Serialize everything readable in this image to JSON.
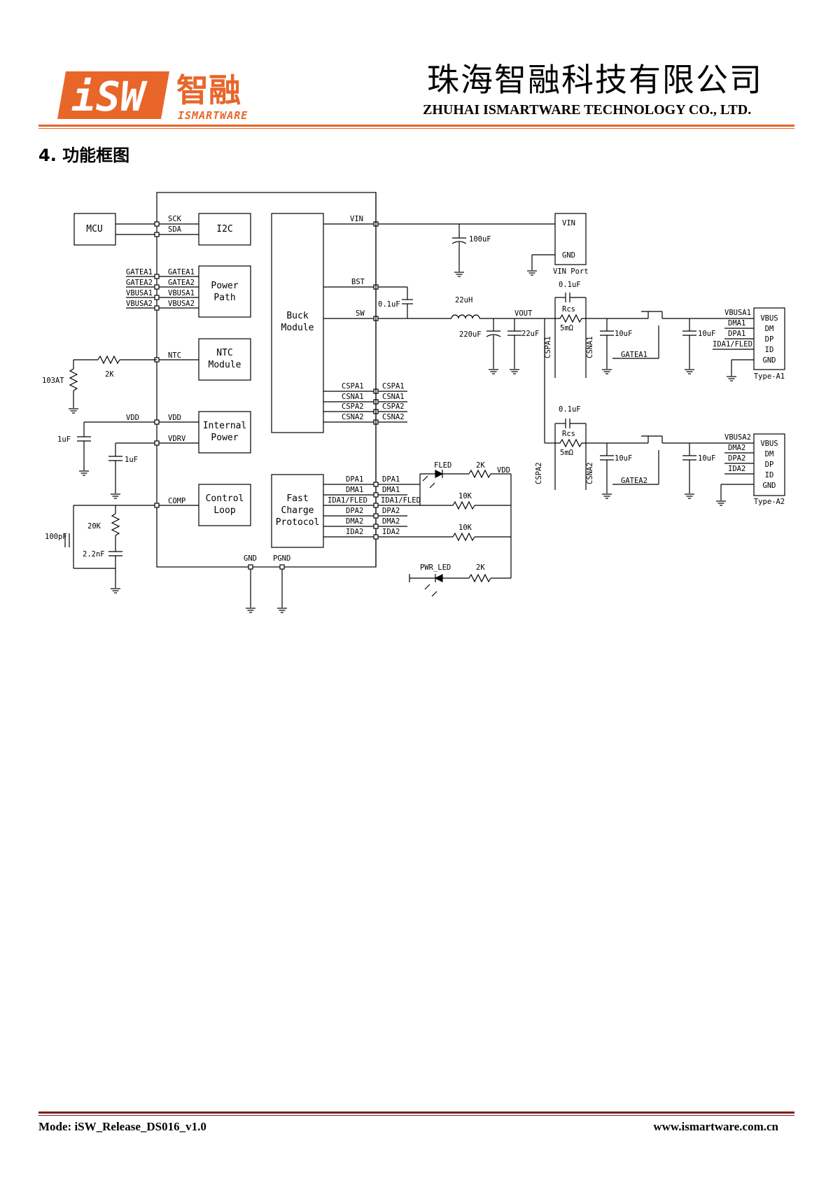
{
  "header": {
    "logo_mark": "iSW",
    "logo_cn": "智融",
    "logo_en": "ISMARTWARE",
    "company_cn": "珠海智融科技有限公司",
    "company_en": "ZHUHAI ISMARTWARE TECHNOLOGY CO., LTD."
  },
  "section": {
    "title": "4.  功能框图"
  },
  "diagram": {
    "blocks": {
      "mcu": "MCU",
      "i2c": "I2C",
      "power_path": [
        "Power",
        "Path"
      ],
      "ntc": [
        "NTC",
        "Module"
      ],
      "internal_power": [
        "Internal",
        "Power"
      ],
      "control_loop": [
        "Control",
        "Loop"
      ],
      "buck": [
        "Buck",
        "Module"
      ],
      "fast_charge": [
        "Fast",
        "Charge",
        "Protocol"
      ],
      "vin_port_vin": "VIN",
      "vin_port_gnd": "GND",
      "vin_port_label": "VIN Port",
      "typea1_pins": [
        "VBUS",
        "DM",
        "DP",
        "ID",
        "GND"
      ],
      "typea1_label": "Type-A1",
      "typea2_pins": [
        "VBUS",
        "DM",
        "DP",
        "ID",
        "GND"
      ],
      "typea2_label": "Type-A2"
    },
    "pins_left_outer": {
      "sck": "SCK",
      "sda": "SDA",
      "gatea1": "GATEA1",
      "gatea2": "GATEA2",
      "vbusa1": "VBUSA1",
      "vbusa2": "VBUSA2",
      "ntc": "NTC",
      "vdd": "VDD",
      "vdrv": "VDRV",
      "comp": "COMP"
    },
    "pins_left_ext": {
      "gatea1": "GATEA1",
      "gatea2": "GATEA2",
      "vbusa1": "VBUSA1",
      "vbusa2": "VBUSA2",
      "vdd": "VDD"
    },
    "pins_right_inner": {
      "vin": "VIN",
      "bst": "BST",
      "sw": "SW",
      "cspa1": "CSPA1",
      "csna1": "CSNA1",
      "cspa2": "CSPA2",
      "csna2": "CSNA2",
      "dpa1": "DPA1",
      "dma1": "DMA1",
      "ida1": "IDA1/FLED",
      "dpa2": "DPA2",
      "dma2": "DMA2",
      "ida2": "IDA2",
      "gnd": "GND",
      "pgnd": "PGND"
    },
    "pins_right_outer": {
      "cspa1": "CSPA1",
      "csna1": "CSNA1",
      "cspa2": "CSPA2",
      "csna2": "CSNA2",
      "dpa1": "DPA1",
      "dma1": "DMA1",
      "ida1": "IDA1/FLED",
      "dpa2": "DPA2",
      "dma2": "DMA2",
      "ida2": "IDA2"
    },
    "components": {
      "c_100uf": "100uF",
      "c_bst": "0.1uF",
      "l_22uh": "22uH",
      "c_220uf": "220uF",
      "c_22uf": "22uF",
      "vout": "VOUT",
      "c_rcs1": "0.1uF",
      "rcs1": "Rcs",
      "rcs1_val": "5mΩ",
      "c_10uf_1a": "10uF",
      "c_10uf_1b": "10uF",
      "gatea1_net": "GATEA1",
      "cspa1_net": "CSPA1",
      "csna1_net": "CSNA1",
      "vbusa1_net": "VBUSA1",
      "dma1_net": "DMA1",
      "dpa1_net": "DPA1",
      "ida1_net": "IDA1/FLED",
      "c_rcs2": "0.1uF",
      "rcs2": "Rcs",
      "rcs2_val": "5mΩ",
      "c_10uf_2a": "10uF",
      "c_10uf_2b": "10uF",
      "gatea2_net": "GATEA2",
      "cspa2_net": "CSPA2",
      "csna2_net": "CSNA2",
      "vbusa2_net": "VBUSA2",
      "dma2_net": "DMA2",
      "dpa2_net": "DPA2",
      "ida2_net": "IDA2",
      "r_ntc": "2K",
      "ntc": "103AT",
      "c_vdd": "1uF",
      "c_vdrv": "1uF",
      "c_comp": "100pF",
      "r_comp": "20K",
      "c_comp2": "2.2nF",
      "fled": "FLED",
      "r_fled": "2K",
      "vdd_net": "VDD",
      "r_10k_1": "10K",
      "r_10k_2": "10K",
      "pwr_led": "PWR_LED",
      "r_pwr": "2K"
    }
  },
  "footer": {
    "left": "Mode: iSW_Release_DS016_v1.0",
    "right": "www.ismartware.com.cn"
  },
  "colors": {
    "accent": "#e8662a",
    "footer_rule": "#7a1f1f"
  }
}
